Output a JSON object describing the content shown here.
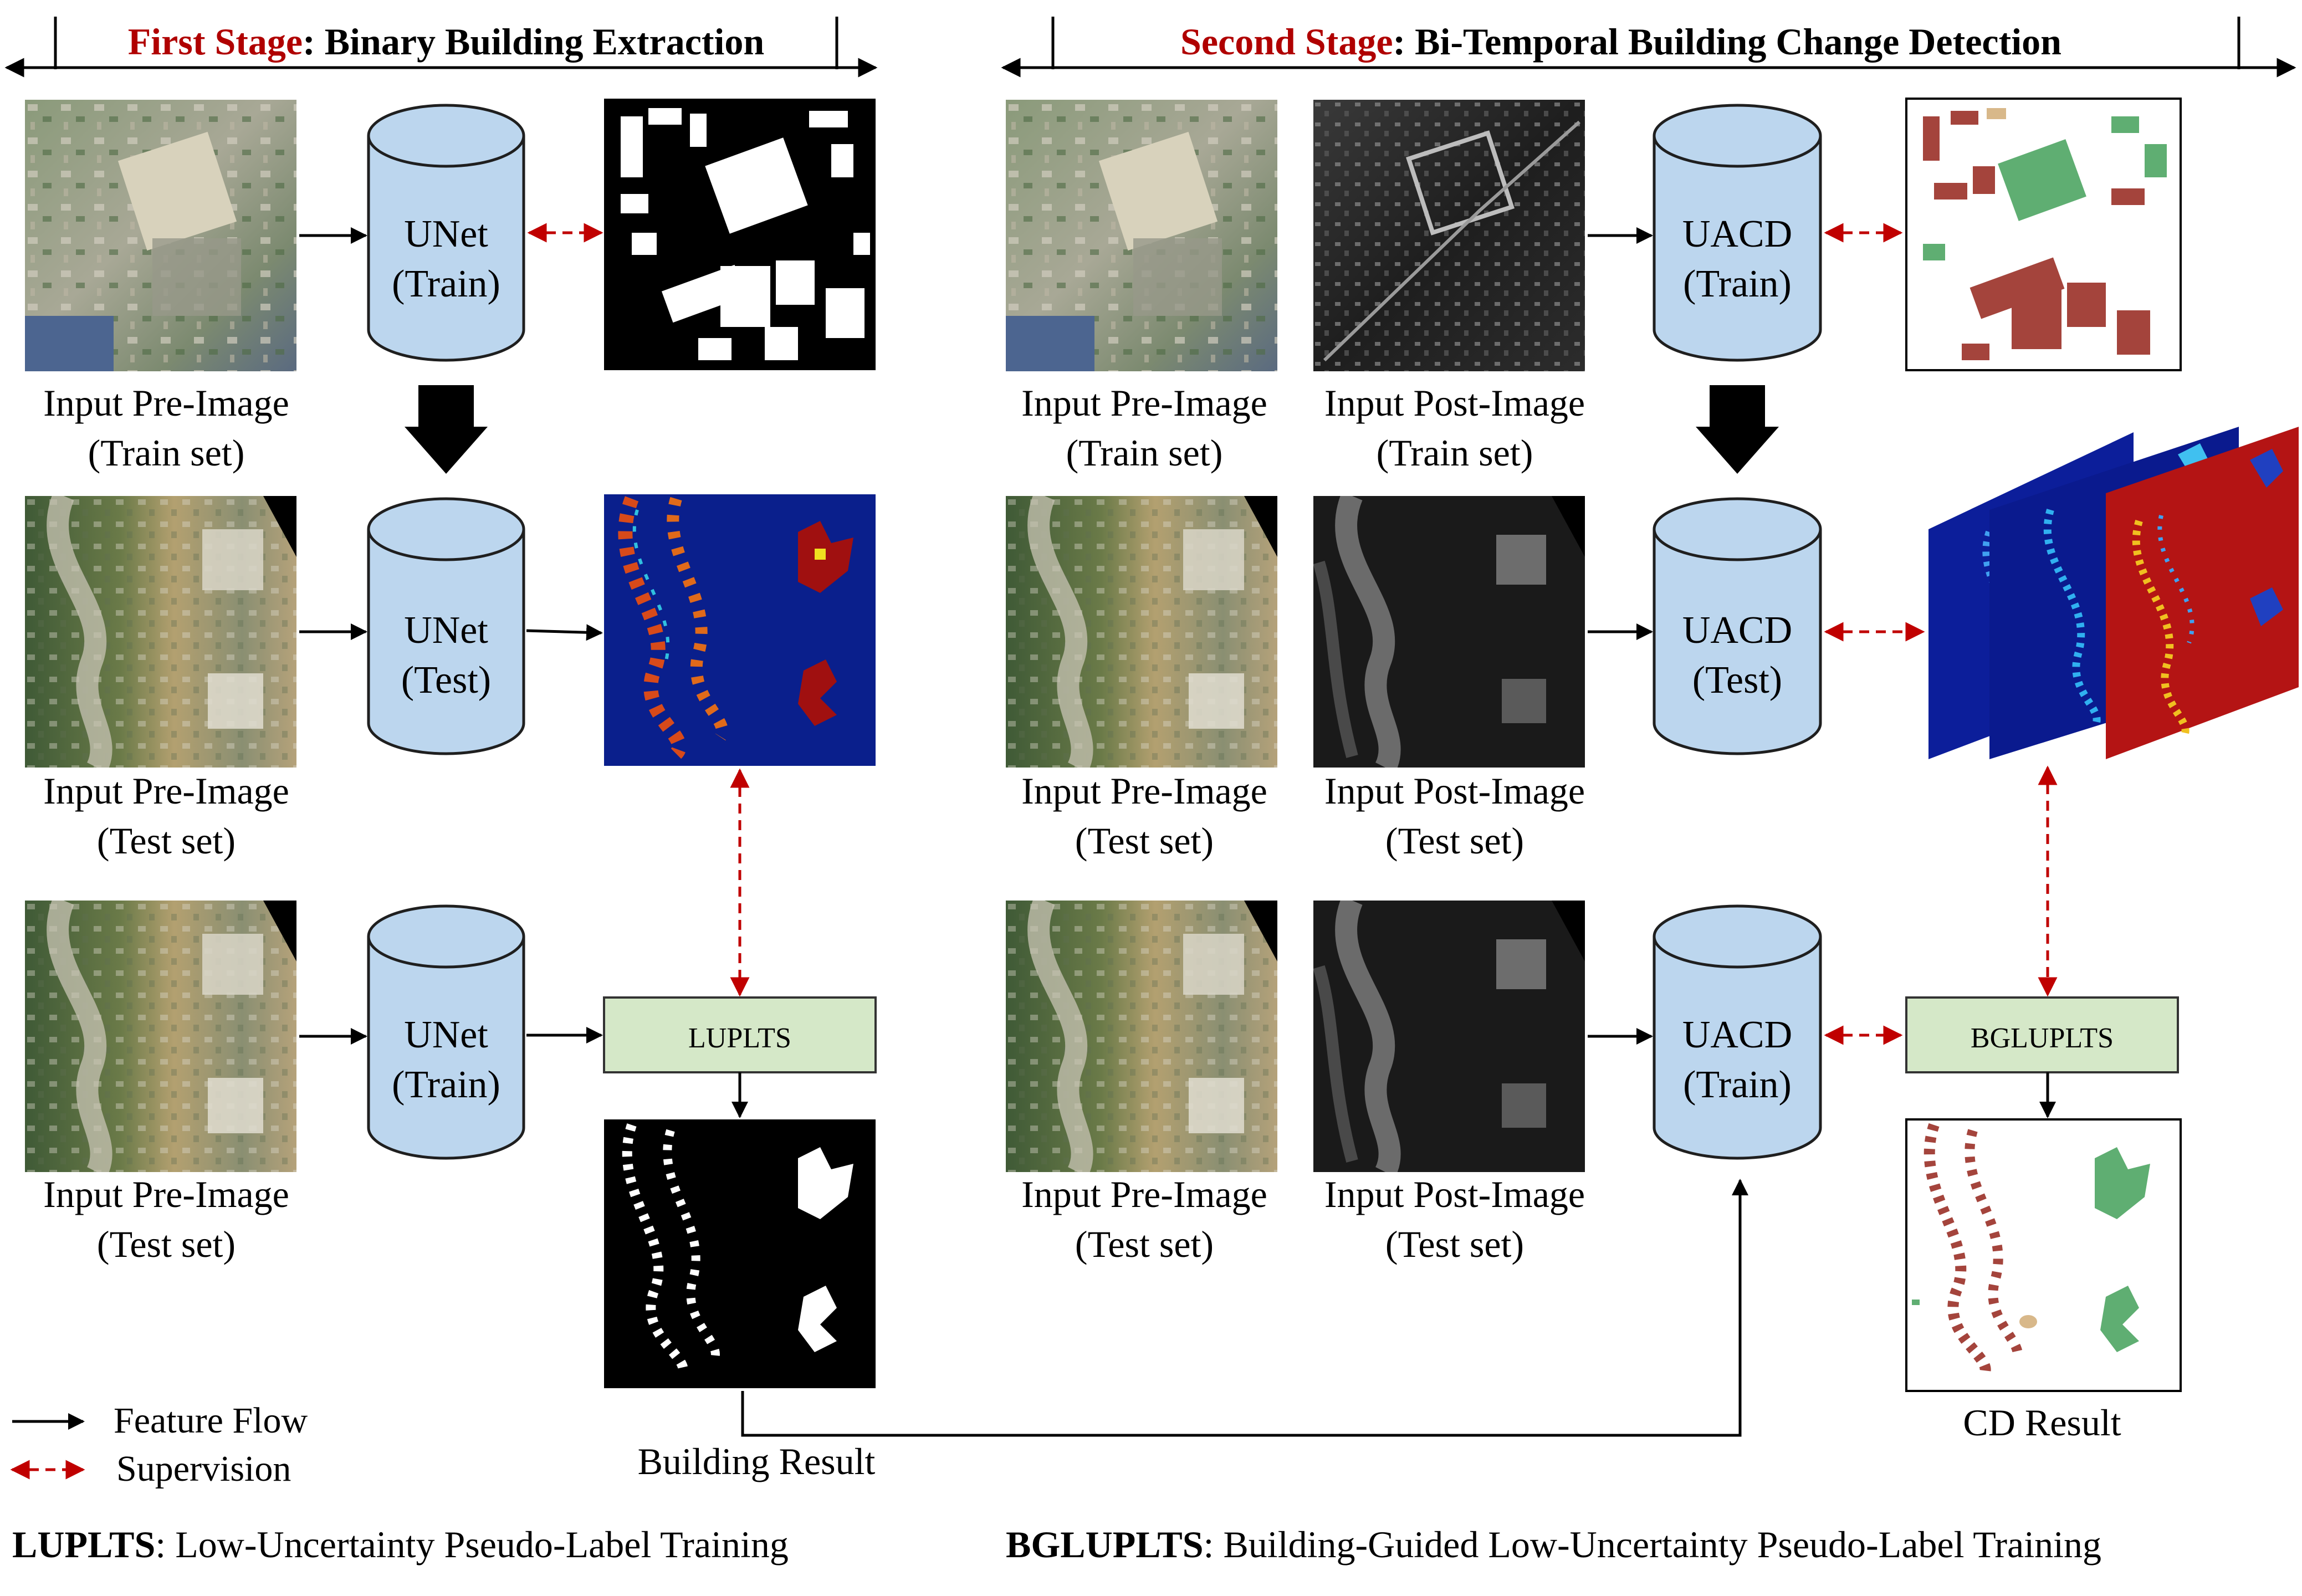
{
  "colors": {
    "accent_red": "#b00000",
    "cylinder_fill": "#bcd6ee",
    "cylinder_stroke": "#1f1f1f",
    "label_box_fill": "#d5e8c8",
    "label_box_stroke": "#333333",
    "flow_arrow": "#000000",
    "supervision_arrow": "#c00000",
    "changed_building": "#a4443c",
    "new_building": "#5fae72",
    "other_change": "#d8b88a",
    "heatmap_low": "#0a1f8c",
    "heatmap_high": "#b41414"
  },
  "stage1": {
    "title_red": "First Stage",
    "title_black": ": Binary Building Extraction"
  },
  "stage2": {
    "title_red": "Second Stage",
    "title_black": ": Bi-Temporal Building Change Detection"
  },
  "models": {
    "s1_row1": {
      "name": "UNet",
      "mode": "(Train)"
    },
    "s1_row2": {
      "name": "UNet",
      "mode": "(Test)"
    },
    "s1_row3": {
      "name": "UNet",
      "mode": "(Train)"
    },
    "s2_row1": {
      "name": "UACD",
      "mode": "(Train)"
    },
    "s2_row2": {
      "name": "UACD",
      "mode": "(Test)"
    },
    "s2_row3": {
      "name": "UACD",
      "mode": "(Train)"
    }
  },
  "image_labels": {
    "s1_row1": {
      "line1": "Input Pre-Image",
      "line2": "(Train set)"
    },
    "s1_row2": {
      "line1": "Input Pre-Image",
      "line2": "(Test set)"
    },
    "s1_row3": {
      "line1": "Input Pre-Image",
      "line2": "(Test set)"
    },
    "s2_row1_pre": {
      "line1": "Input Pre-Image",
      "line2": "(Train set)"
    },
    "s2_row1_post": {
      "line1": "Input Post-Image",
      "line2": "(Train set)"
    },
    "s2_row2_pre": {
      "line1": "Input Pre-Image",
      "line2": "(Test set)"
    },
    "s2_row2_post": {
      "line1": "Input Post-Image",
      "line2": "(Test set)"
    },
    "s2_row3_pre": {
      "line1": "Input Pre-Image",
      "line2": "(Test set)"
    },
    "s2_row3_post": {
      "line1": "Input Post-Image",
      "line2": "(Test set)"
    }
  },
  "boxes": {
    "luplts": "LUPLTS",
    "bgluplts": "BGLUPLTS"
  },
  "outputs": {
    "building_result": "Building Result",
    "cd_result": "CD Result"
  },
  "legend": {
    "feature_flow": "Feature Flow",
    "supervision": "Supervision"
  },
  "footnotes": {
    "luplts_abbr": "LUPLTS",
    "luplts_full": "Low-Uncertainty Pseudo-Label Training",
    "bgluplts_abbr": "BGLUPLTS",
    "bgluplts_full": "Building-Guided Low-Uncertainty Pseudo-Label Training"
  }
}
